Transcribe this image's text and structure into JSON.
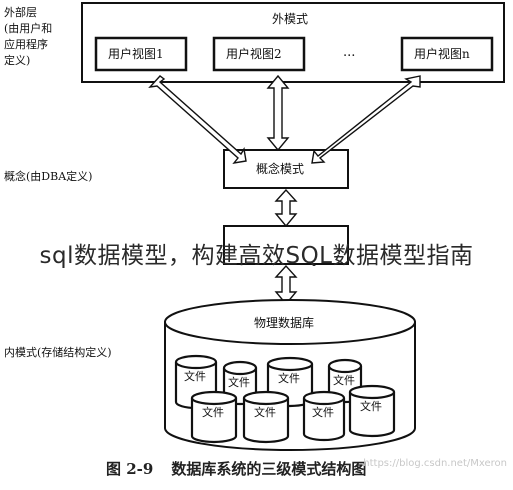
{
  "left_labels": {
    "external_line1": "外部层",
    "external_line2": "(由用户和",
    "external_line3": "应用程序",
    "external_line4": "定义)",
    "conceptual": "概念(由DBA定义)",
    "internal": "内模式(存储结构定义)"
  },
  "external_schema": {
    "title": "外模式",
    "views": [
      "用户视图1",
      "用户视图2",
      "用户视图n"
    ],
    "ellipsis": "..."
  },
  "conceptual_schema": {
    "title": "概念模式"
  },
  "physical_db": {
    "title": "物理数据库",
    "file_label": "文件"
  },
  "banner_text": "sql数据模型，构建高效SQL数据模型指南",
  "caption": {
    "figure_number": "图 2-9",
    "title": "数据库系统的三级模式结构图"
  },
  "watermark": "https://blog.csdn.net/Mxeron"
}
